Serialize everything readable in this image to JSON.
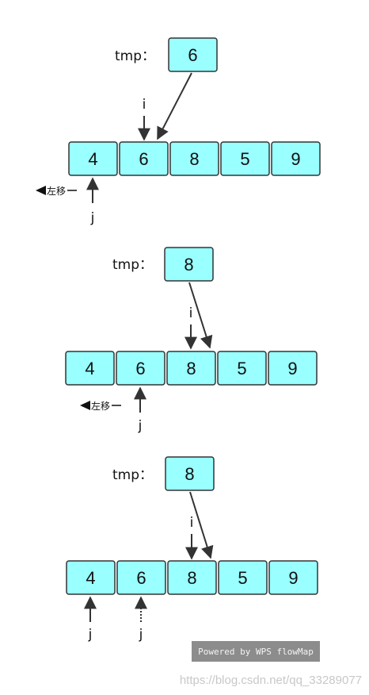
{
  "steps": [
    {
      "tmp_label": "tmp：",
      "tmp_value": "6",
      "cells": [
        "4",
        "6",
        "8",
        "5",
        "9"
      ],
      "i_label": "i",
      "j_labels": [
        "j"
      ],
      "shift_note": "左移"
    },
    {
      "tmp_label": "tmp：",
      "tmp_value": "8",
      "cells": [
        "4",
        "6",
        "8",
        "5",
        "9"
      ],
      "i_label": "i",
      "j_labels": [
        "j"
      ],
      "shift_note": "左移"
    },
    {
      "tmp_label": "tmp：",
      "tmp_value": "8",
      "cells": [
        "4",
        "6",
        "8",
        "5",
        "9"
      ],
      "i_label": "i",
      "j_labels": [
        "j",
        "j"
      ]
    }
  ],
  "badge": "Powered by WPS flowMap",
  "watermark": "https://blog.csdn.net/qq_33289077",
  "colors": {
    "cell_fill": "#99ffff",
    "border": "#333333",
    "badge_bg": "#8c8c8c",
    "watermark": "#c8c8c8"
  }
}
